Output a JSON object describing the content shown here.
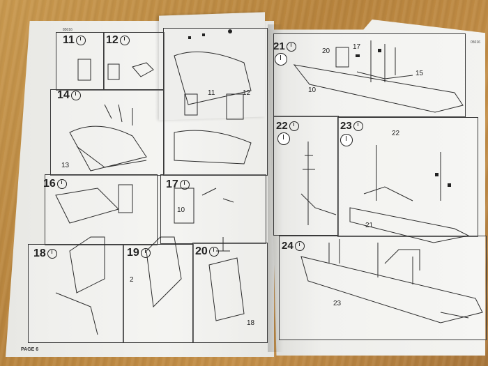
{
  "left_page": {
    "code": "85016",
    "page_label": "PAGE 6",
    "steps": [
      "11",
      "12",
      "14",
      "16",
      "17",
      "18",
      "19",
      "20"
    ],
    "part_numbers": [
      "13",
      "11",
      "12",
      "10",
      "2",
      "18"
    ]
  },
  "right_page": {
    "code": "05016",
    "steps": [
      "21",
      "22",
      "23",
      "24"
    ],
    "part_numbers": [
      "20",
      "17",
      "15",
      "10",
      "22",
      "21",
      "23"
    ]
  }
}
